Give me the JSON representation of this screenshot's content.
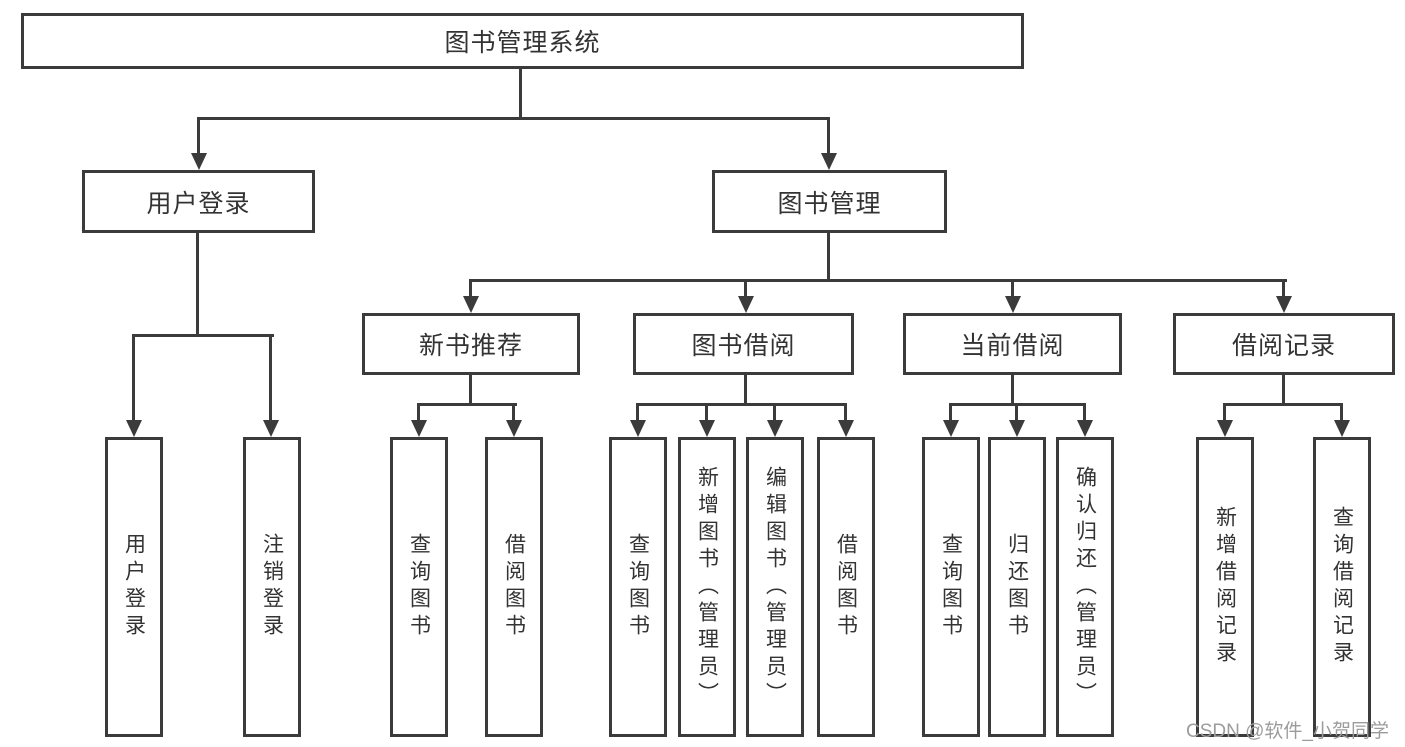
{
  "diagram": {
    "nodes": {
      "root": "图书管理系统",
      "user_login": "用户登录",
      "book_management": "图书管理",
      "new_book_recommend": "新书推荐",
      "book_borrow": "图书借阅",
      "current_borrow": "当前借阅",
      "borrow_records": "借阅记录",
      "leaf_user_login": "用户登录",
      "leaf_logout": "注销登录",
      "leaf_rec_query_books": "查询图书",
      "leaf_rec_borrow_books": "借阅图书",
      "leaf_bb_query_books": "查询图书",
      "leaf_bb_add_books": "新增图书（管理员）",
      "leaf_bb_edit_books": "编辑图书（管理员）",
      "leaf_bb_borrow_books": "借阅图书",
      "leaf_cb_query_books": "查询图书",
      "leaf_cb_return_books": "归还图书",
      "leaf_cb_confirm_return": "确认归还（管理员）",
      "leaf_br_add_record": "新增借阅记录",
      "leaf_br_query_record": "查询借阅记录"
    },
    "watermark": "CSDN @软件_小贺同学",
    "colors": {
      "line": "#3b3b3b",
      "text": "#333333",
      "watermark": "#9c9c9c",
      "background": "#ffffff"
    }
  }
}
